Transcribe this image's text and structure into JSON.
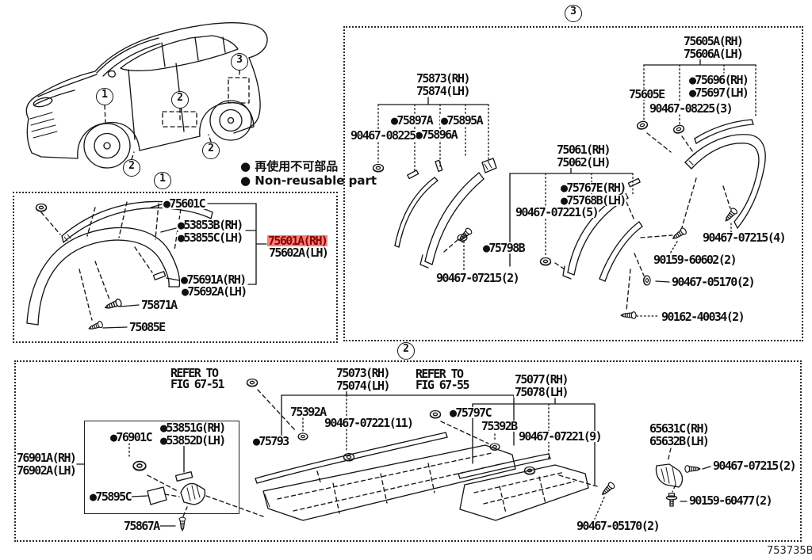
{
  "colors": {
    "highlight_bg": "#f2837b",
    "highlight_text": "#8f0000",
    "line": "#161616"
  },
  "doc_number": "753735B",
  "legend": {
    "jp": "● 再使用不可部品",
    "en": "● Non-reusable part"
  },
  "callouts": {
    "sections": [
      "1",
      "2",
      "3"
    ],
    "car": [
      "1",
      "2",
      "3",
      "2",
      "2"
    ]
  },
  "s1": {
    "p75601c": "●75601C",
    "p53853b": "●53853B(RH)",
    "p53855c": "●53855C(LH)",
    "p75601a": "75601A(RH)",
    "p75602a": "75602A(LH)",
    "p75691a": "●75691A(RH)",
    "p75692a": "●75692A(LH)",
    "p75871a": "75871A",
    "p75085e": "75085E"
  },
  "s3": {
    "p75873": "75873(RH)",
    "p75874": "75874(LH)",
    "p75897a": "●75897A",
    "p75895a": "●75895A",
    "p75896a": "●75896A",
    "p90467_08225": "90467-08225",
    "p90467_07215_2": "90467-07215(2)",
    "p75798b": "●75798B",
    "p75061": "75061(RH)",
    "p75062": "75062(LH)",
    "p75767e": "●75767E(RH)",
    "p75768b": "●75768B(LH)",
    "p90467_07221_5": "90467-07221(5)",
    "p75605a": "75605A(RH)",
    "p75606a": "75606A(LH)",
    "p75605e": "75605E",
    "p75696": "●75696(RH)",
    "p75697": "●75697(LH)",
    "p90467_08225_3": "90467-08225(3)",
    "p90467_07215_4": "90467-07215(4)",
    "p90159_60602": "90159-60602(2)",
    "p90467_05170": "90467-05170(2)",
    "p90162_40034": "90162-40034(2)"
  },
  "s2": {
    "refer1a": "REFER TO",
    "refer1b": "FIG 67-51",
    "refer2a": "REFER TO",
    "refer2b": "FIG 67-55",
    "p76901a": "76901A(RH)",
    "p76902a": "76902A(LH)",
    "p76901c": "●76901C",
    "p53851g": "●53851G(RH)",
    "p53852d": "●53852D(LH)",
    "p75895c": "●75895C",
    "p75867a": "75867A",
    "p75073": "75073(RH)",
    "p75074": "75074(LH)",
    "p75392a": "75392A",
    "p90467_07221_11": "90467-07221(11)",
    "p75793": "●75793",
    "p75797c": "●75797C",
    "p75392b": "75392B",
    "p75077": "75077(RH)",
    "p75078": "75078(LH)",
    "p90467_07221_9": "90467-07221(9)",
    "p90467_05170_2": "90467-05170(2)",
    "p65631c": "65631C(RH)",
    "p65632b": "65632B(LH)",
    "p90467_07215_2b": "90467-07215(2)",
    "p90159_60477": "90159-60477(2)"
  }
}
